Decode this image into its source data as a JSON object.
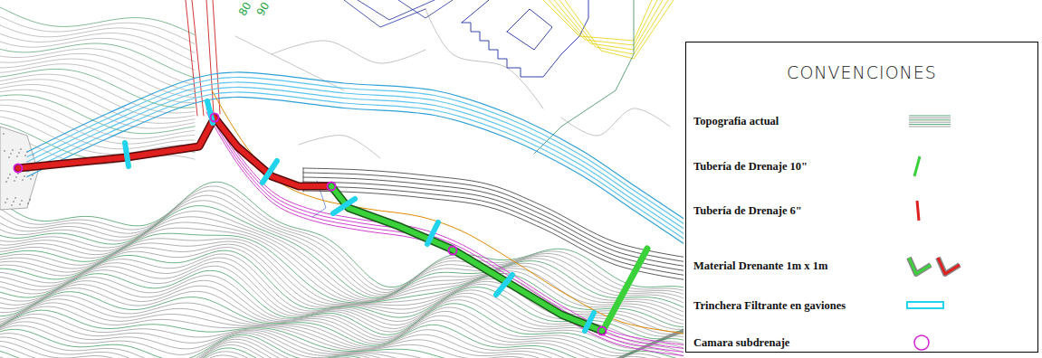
{
  "diagram": {
    "nodes": [
      {
        "text": [
          "CONVENCIONES"
        ]
      }
    ],
    "labels": [
      "80",
      "90"
    ],
    "legend": [
      {
        "text": "Topografia actual"
      },
      {
        "text": "Tubería de Drenaje 10\""
      },
      {
        "text": "Tubería de Drenaje 6\""
      },
      {
        "text": "Material Drenante 1m x 1m"
      },
      {
        "text": "Trinchera Filtrante en gaviones"
      },
      {
        "text": "Camara subdrenaje"
      }
    ]
  }
}
